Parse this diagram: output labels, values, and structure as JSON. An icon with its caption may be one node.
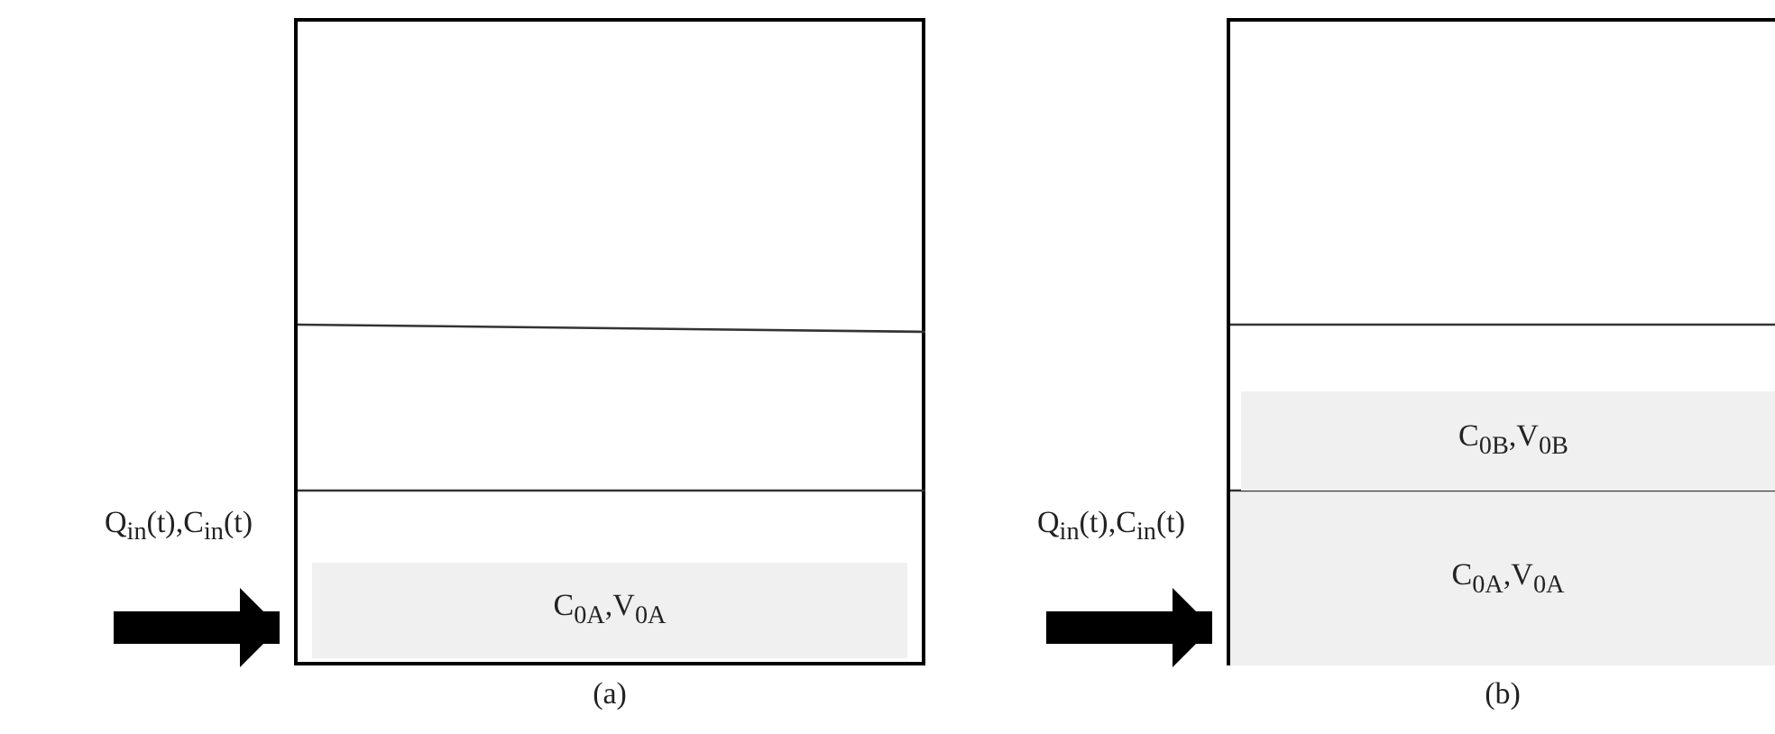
{
  "diagram": {
    "nodes": [
      {
        "text": [],
        "shape": "box",
        "beside": [
          "(a)"
        ]
      },
      {
        "text": [
          "C$_{0A}$,V$_{0A}$"
        ],
        "in": 0
      },
      {
        "text": [],
        "shape": "box",
        "beside": [
          "(b)"
        ]
      },
      {
        "text": [
          "C$_{0B}$,V$_{0B}$"
        ],
        "in": 2
      },
      {
        "text": [
          "C$_{0A}$,V$_{0A}$"
        ],
        "in": 2
      }
    ],
    "edges": [
      {
        "from": null,
        "to": 0,
        "arrow": "to",
        "label": "Q$_{in}$(t),C$_{in}$(t)"
      },
      {
        "from": null,
        "to": 2,
        "arrow": "to",
        "label": "Q$_{in}$(t),C$_{in}$(t)"
      }
    ]
  }
}
